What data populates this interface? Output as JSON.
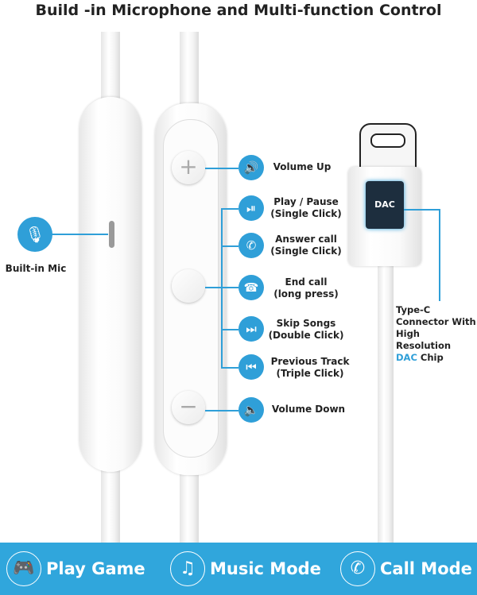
{
  "title": "Build -in Microphone and Multi-function Control",
  "mic": {
    "label": "Built-in Mic",
    "icon": "microphone-icon"
  },
  "controls": [
    {
      "icon": "volume-up-icon",
      "line1": "Volume Up",
      "line2": ""
    },
    {
      "icon": "play-pause-icon",
      "line1": "Play / Pause",
      "line2": "(Single Click)"
    },
    {
      "icon": "phone-answer-icon",
      "line1": "Answer call",
      "line2": "(Single Click)"
    },
    {
      "icon": "phone-end-icon",
      "line1": "End call",
      "line2": "(long press)"
    },
    {
      "icon": "skip-next-icon",
      "line1": "Skip Songs",
      "line2": "(Double Click)"
    },
    {
      "icon": "skip-previous-icon",
      "line1": "Previous Track",
      "line2": "(Triple Click)"
    },
    {
      "icon": "volume-down-icon",
      "line1": "Volume Down",
      "line2": ""
    }
  ],
  "connector": {
    "chip": "DAC",
    "line1": "Type-C",
    "line2": "Connector With",
    "line3": "High Resolution",
    "line4_highlight": "DAC",
    "line4_rest": " Chip"
  },
  "modes": [
    {
      "icon": "gamepad-icon",
      "label": "Play Game"
    },
    {
      "icon": "music-note-icon",
      "label": "Music Mode"
    },
    {
      "icon": "phone-icon",
      "label": "Call Mode"
    }
  ],
  "colors": {
    "accent": "#30a6dc"
  }
}
